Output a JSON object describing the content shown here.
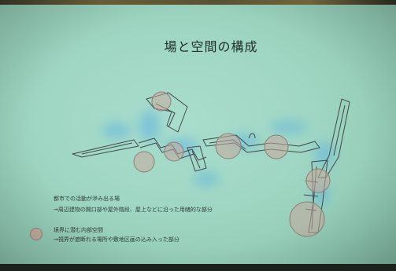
{
  "slide": {
    "title": "場と空間の構成",
    "legend": [
      {
        "heading": "都市での活動が滲み出る場",
        "description": "→周辺建物の開口部や屋外階段、屋上などに沿った用緒的な部分"
      },
      {
        "heading": "境界に潜む内部空間",
        "description": "→視界が遮断れる場所や敷地区画の込み入った部分"
      }
    ]
  },
  "colors": {
    "slide_background": "#a9ddcc",
    "activity_glow": "#5fb3e0",
    "inner_space_circle": "#c8a89c",
    "line_drawing": "#3f4a4a"
  }
}
